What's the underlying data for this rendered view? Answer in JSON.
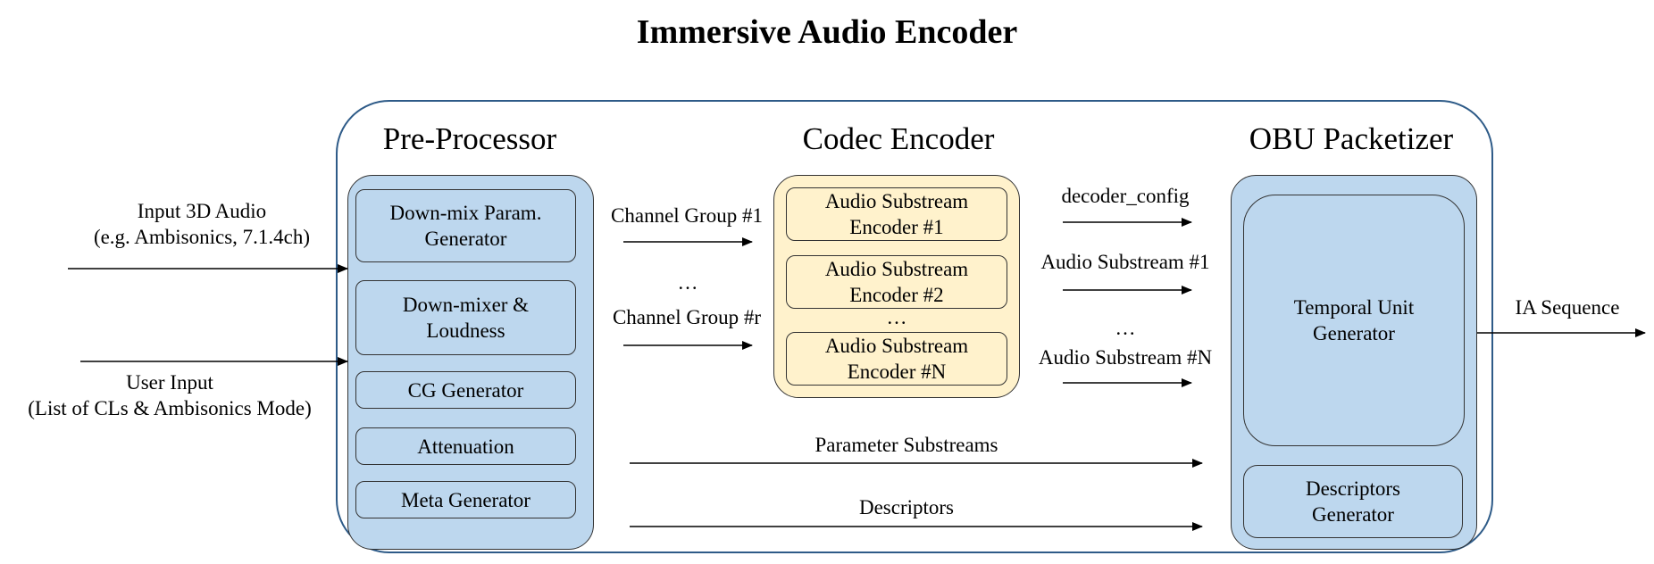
{
  "title": "Immersive Audio Encoder",
  "sections": {
    "pre_processor": "Pre-Processor",
    "codec_encoder": "Codec Encoder",
    "obu_packetizer": "OBU Packetizer"
  },
  "inputs": {
    "audio_line1": "Input 3D Audio",
    "audio_line2": "(e.g. Ambisonics, 7.1.4ch)",
    "user_line1": "User Input",
    "user_line2": "(List of CLs & Ambisonics Mode)"
  },
  "pre_processor_blocks": {
    "downmix_param_1": "Down-mix Param.",
    "downmix_param_2": "Generator",
    "downmixer_1": "Down-mixer &",
    "downmixer_2": "Loudness",
    "cg_generator": "CG Generator",
    "attenuation": "Attenuation",
    "meta_generator": "Meta Generator"
  },
  "channel_groups": {
    "group1": "Channel Group #1",
    "ellipsis": "…",
    "groupr": "Channel Group #r"
  },
  "codec_blocks": {
    "enc1_line1": "Audio Substream",
    "enc1_line2": "Encoder #1",
    "enc2_line1": "Audio Substream",
    "enc2_line2": "Encoder #2",
    "ellipsis": "…",
    "encN_line1": "Audio Substream",
    "encN_line2": "Encoder #N"
  },
  "codec_outputs": {
    "decoder_config": "decoder_config",
    "substream1": "Audio Substream #1",
    "ellipsis": "…",
    "substreamN": "Audio Substream #N"
  },
  "bottom_flows": {
    "parameter_substreams": "Parameter Substreams",
    "descriptors": "Descriptors"
  },
  "obu_blocks": {
    "temporal_1": "Temporal Unit",
    "temporal_2": "Generator",
    "descriptors_gen_1": "Descriptors",
    "descriptors_gen_2": "Generator"
  },
  "output": {
    "ia_sequence": "IA Sequence"
  },
  "colors": {
    "blue_fill": "#bdd7ee",
    "yellow_fill": "#fff2cc",
    "outer_border": "#2e5b88"
  }
}
